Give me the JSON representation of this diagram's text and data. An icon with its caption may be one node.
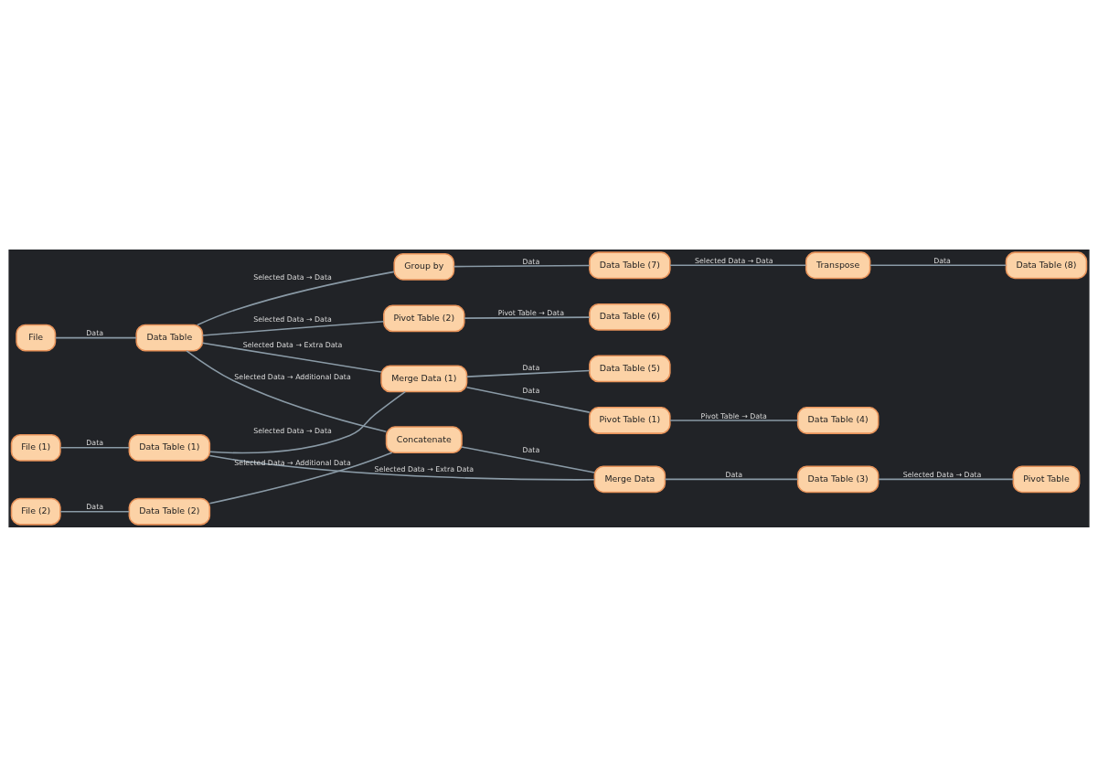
{
  "diagram": {
    "nodes": [
      {
        "text": [
          "File"
        ]
      },
      {
        "text": [
          "Data Table"
        ]
      },
      {
        "text": [
          "Pivot Table (2)"
        ]
      },
      {
        "text": [
          "Data Table (6)"
        ]
      },
      {
        "text": [
          "Group by"
        ]
      },
      {
        "text": [
          "Data Table (7)"
        ]
      },
      {
        "text": [
          "Transpose"
        ]
      },
      {
        "text": [
          "Data Table (8)"
        ]
      },
      {
        "text": [
          "File (1)"
        ]
      },
      {
        "text": [
          "Data Table (1)"
        ]
      },
      {
        "text": [
          "Merge Data (1)"
        ]
      },
      {
        "text": [
          "Data Table (5)"
        ]
      },
      {
        "text": [
          "Pivot Table (1)"
        ]
      },
      {
        "text": [
          "Data Table (4)"
        ]
      },
      {
        "text": [
          "File (2)"
        ]
      },
      {
        "text": [
          "Data Table (2)"
        ]
      },
      {
        "text": [
          "Concatenate"
        ]
      },
      {
        "text": [
          "Merge Data"
        ]
      },
      {
        "text": [
          "Data Table (3)"
        ]
      },
      {
        "text": [
          "Pivot Table"
        ]
      }
    ],
    "edges": [
      {
        "from": 0,
        "to": 1,
        "arrow": "none",
        "label": "Data"
      },
      {
        "from": 1,
        "to": 2,
        "arrow": "none",
        "label": "Selected Data → Data"
      },
      {
        "from": 2,
        "to": 3,
        "arrow": "none",
        "label": "Pivot Table → Data"
      },
      {
        "from": 1,
        "to": 4,
        "arrow": "none",
        "label": "Selected Data → Data"
      },
      {
        "from": 4,
        "to": 5,
        "arrow": "none",
        "label": "Data"
      },
      {
        "from": 5,
        "to": 6,
        "arrow": "none",
        "label": "Selected Data → Data"
      },
      {
        "from": 6,
        "to": 7,
        "arrow": "none",
        "label": "Data"
      },
      {
        "from": 1,
        "to": 10,
        "arrow": "none",
        "label": "Selected Data → Extra Data"
      },
      {
        "from": 1,
        "to": 16,
        "arrow": "none",
        "label": "Selected Data → Additional Data"
      },
      {
        "from": 8,
        "to": 9,
        "arrow": "none",
        "label": "Data"
      },
      {
        "from": 9,
        "to": 10,
        "arrow": "none",
        "label": "Selected Data → Data"
      },
      {
        "from": 9,
        "to": 17,
        "arrow": "none",
        "label": "Selected Data → Extra Data"
      },
      {
        "from": 10,
        "to": 11,
        "arrow": "none",
        "label": "Data"
      },
      {
        "from": 10,
        "to": 12,
        "arrow": "none",
        "label": "Data"
      },
      {
        "from": 12,
        "to": 13,
        "arrow": "none",
        "label": "Pivot Table → Data"
      },
      {
        "from": 14,
        "to": 15,
        "arrow": "none",
        "label": "Data"
      },
      {
        "from": 15,
        "to": 16,
        "arrow": "none",
        "label": "Selected Data → Additional Data"
      },
      {
        "from": 16,
        "to": 17,
        "arrow": "none",
        "label": "Data"
      },
      {
        "from": 17,
        "to": 18,
        "arrow": "none",
        "label": "Data"
      },
      {
        "from": 18,
        "to": 19,
        "arrow": "none",
        "label": "Selected Data → Data"
      }
    ]
  }
}
